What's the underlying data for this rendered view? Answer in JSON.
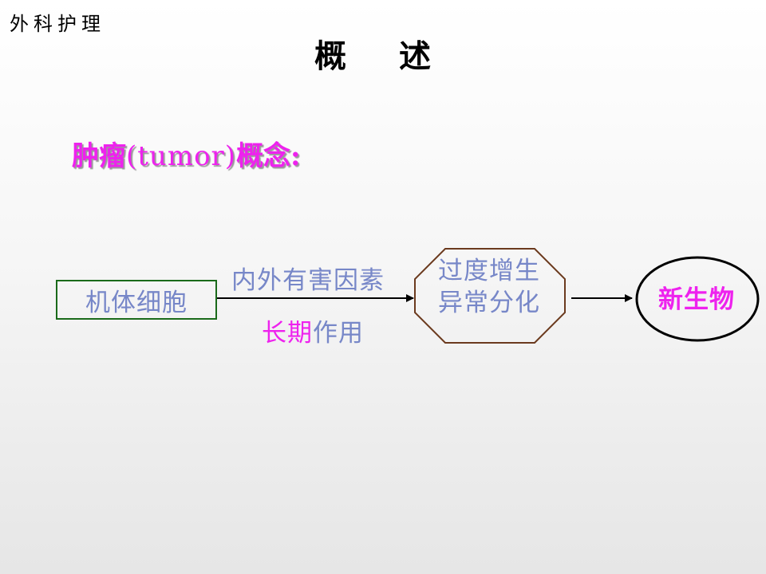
{
  "slide": {
    "corner_label": "外科护理",
    "title": "概  述"
  },
  "concept": {
    "term": "肿瘤",
    "latin": "(tumor)",
    "suffix": "概念:"
  },
  "flow": {
    "source": "机体细胞",
    "factors": "内外有害因素",
    "duration_highlight": "长期",
    "duration_rest": "作用",
    "process_line1": "过度增生",
    "process_line2": "异常分化",
    "result": "新生物"
  },
  "colors": {
    "heading_magenta": "#ee22ee",
    "body_blue": "#7787c8",
    "highlight_magenta": "#ee22ee",
    "box_border_green": "#1a6a1a",
    "octagon_border_brown": "#6b3a1e",
    "outline_black": "#000000"
  }
}
